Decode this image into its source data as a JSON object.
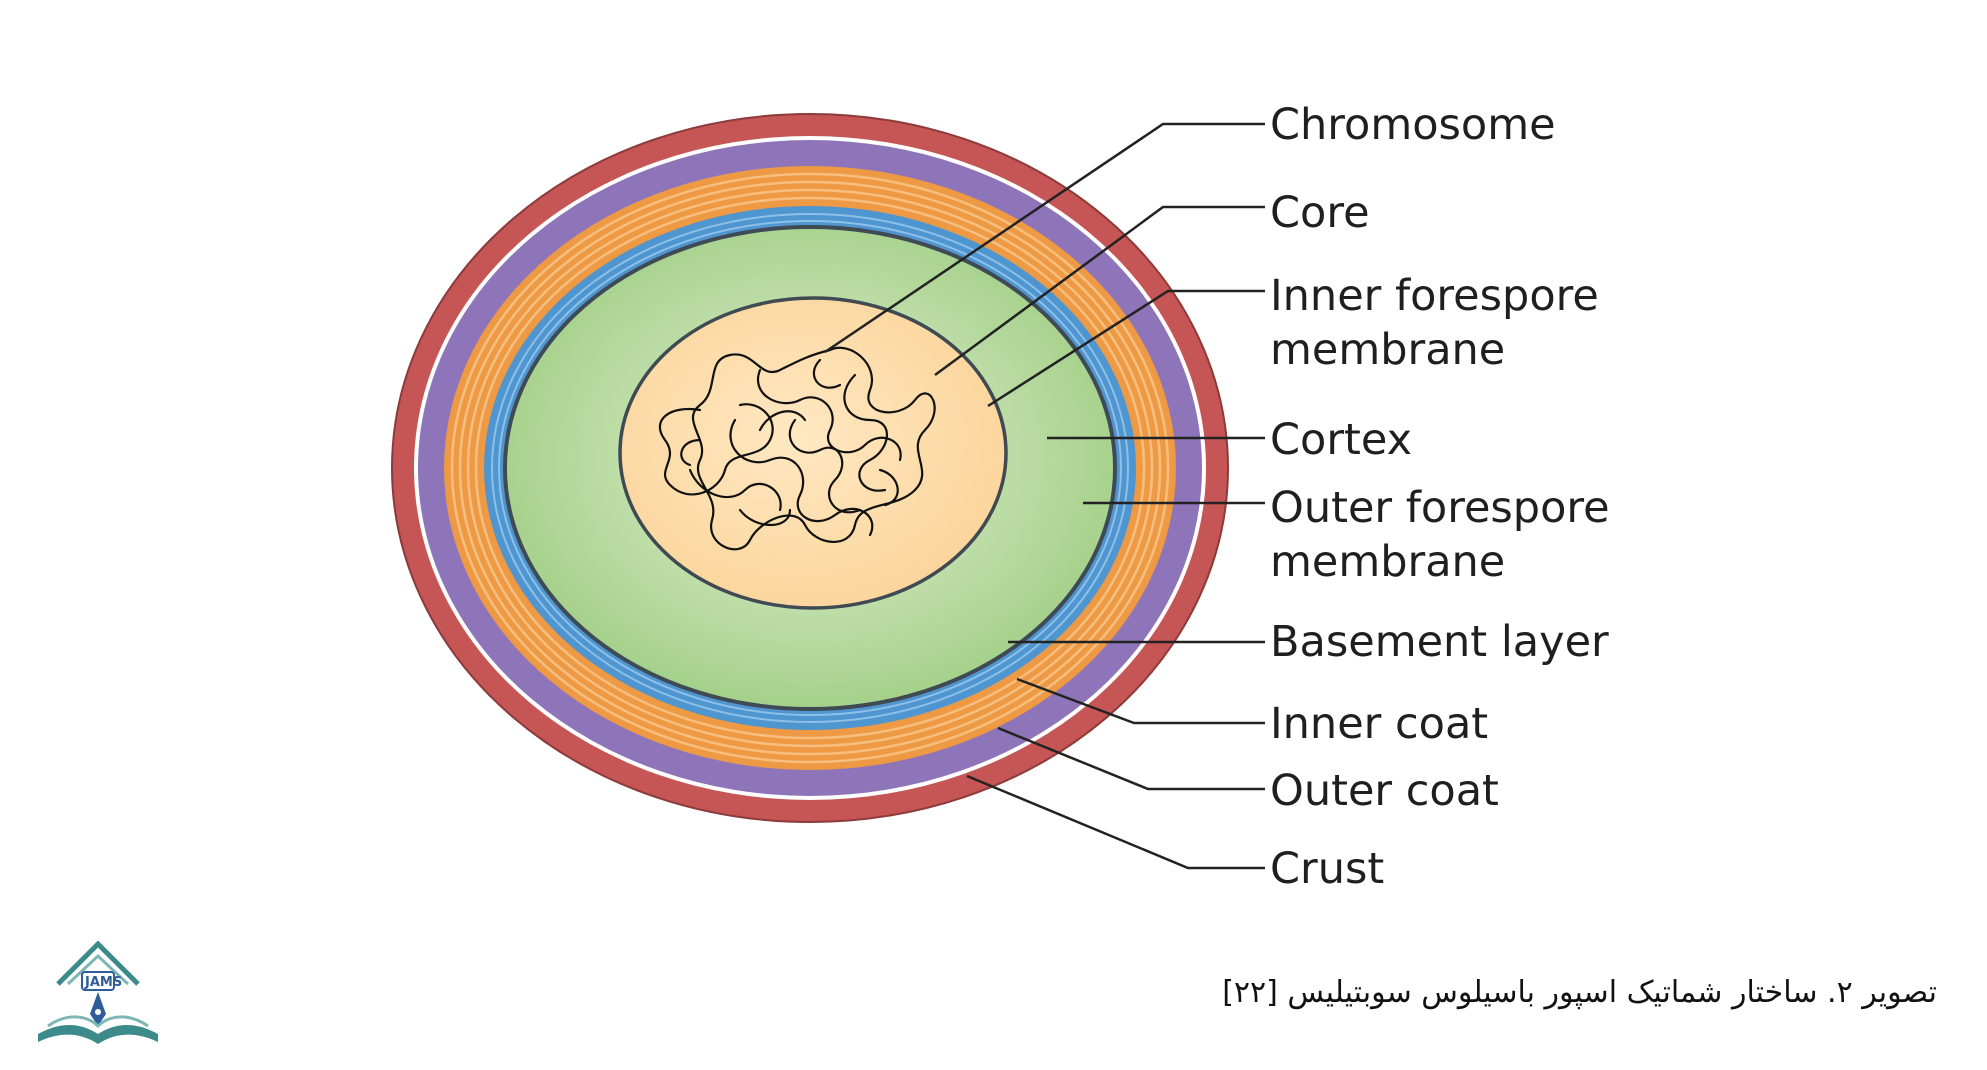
{
  "labels": {
    "chromosome": "Chromosome",
    "core": "Core",
    "inner_forespore_membrane_line1": "Inner forespore",
    "inner_forespore_membrane_line2": "membrane",
    "cortex": "Cortex",
    "outer_forespore_membrane_line1": "Outer forespore",
    "outer_forespore_membrane_line2": "membrane",
    "basement_layer": "Basement layer",
    "inner_coat": "Inner coat",
    "outer_coat": "Outer coat",
    "crust": "Crust"
  },
  "caption": "تصویر ۲. ساختار شماتیک اسپور باسیلوس سوبتیلیس [۲۲]",
  "logo": {
    "text": "JAMS"
  },
  "colors": {
    "crust": "#c65555",
    "outer_coat": "#8e74b8",
    "inner_coat": "#ee9a44",
    "basement_layer": "#4f95cf",
    "cortex": "#a8d290",
    "core": "#fcd9a2",
    "membrane_line": "#3f4a52"
  }
}
